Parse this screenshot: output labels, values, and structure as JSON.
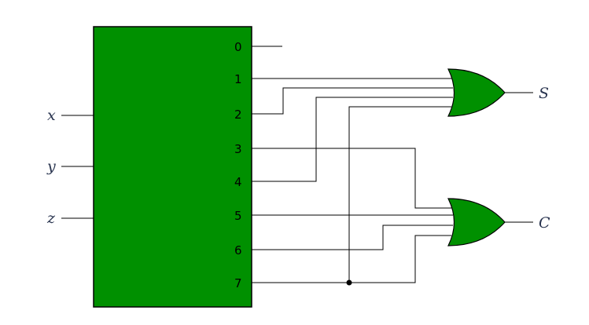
{
  "decoder": {
    "inputs": [
      "x",
      "y",
      "z"
    ],
    "outputs": [
      "0",
      "1",
      "2",
      "3",
      "4",
      "5",
      "6",
      "7"
    ],
    "fill": "#009000"
  },
  "gates": [
    {
      "type": "OR",
      "output": "S",
      "inputs_from": [
        "1",
        "2",
        "4",
        "7"
      ]
    },
    {
      "type": "OR",
      "output": "C",
      "inputs_from": [
        "3",
        "5",
        "6",
        "7"
      ]
    }
  ]
}
